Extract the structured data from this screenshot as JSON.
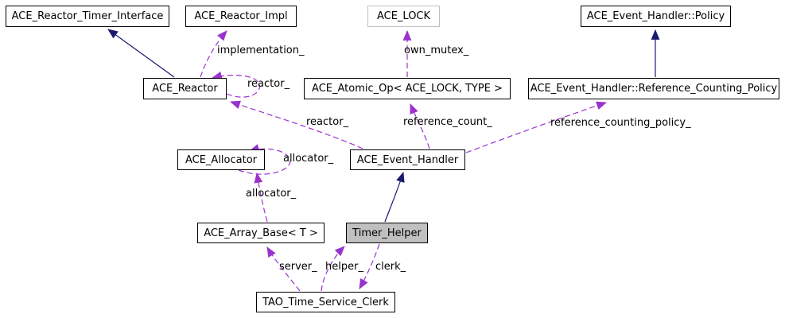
{
  "diagram": {
    "type": "class-collaboration-graph",
    "focus_class": "Timer_Helper",
    "nodes": [
      {
        "label": "ACE_Reactor_Timer_Interface"
      },
      {
        "label": "ACE_Reactor_Impl"
      },
      {
        "label": "ACE_LOCK"
      },
      {
        "label": "ACE_Event_Handler::Policy"
      },
      {
        "label": "ACE_Reactor"
      },
      {
        "label": "ACE_Atomic_Op< ACE_LOCK, TYPE >"
      },
      {
        "label": "ACE_Event_Handler::Reference_Counting_Policy"
      },
      {
        "label": "ACE_Allocator"
      },
      {
        "label": "ACE_Event_Handler"
      },
      {
        "label": "ACE_Array_Base< T >"
      },
      {
        "label": "Timer_Helper"
      },
      {
        "label": "TAO_Time_Service_Clerk"
      }
    ],
    "edge_labels": [
      {
        "text": "implementation_"
      },
      {
        "text": "reactor_"
      },
      {
        "text": "own_mutex_"
      },
      {
        "text": "reactor_"
      },
      {
        "text": "reference_count_"
      },
      {
        "text": "reference_counting_policy_"
      },
      {
        "text": "allocator_"
      },
      {
        "text": "allocator_"
      },
      {
        "text": "server_"
      },
      {
        "text": "helper_"
      },
      {
        "text": "clerk_"
      }
    ],
    "colors": {
      "inheritance": "#191970",
      "usage": "#9a32cd",
      "node_border": "#000000",
      "node_fill": "#ffffff",
      "external_node_border": "#c0c0c0",
      "focus_node_fill": "#c0c0c0",
      "background": "#ffffff",
      "label_text": "#000000"
    }
  }
}
